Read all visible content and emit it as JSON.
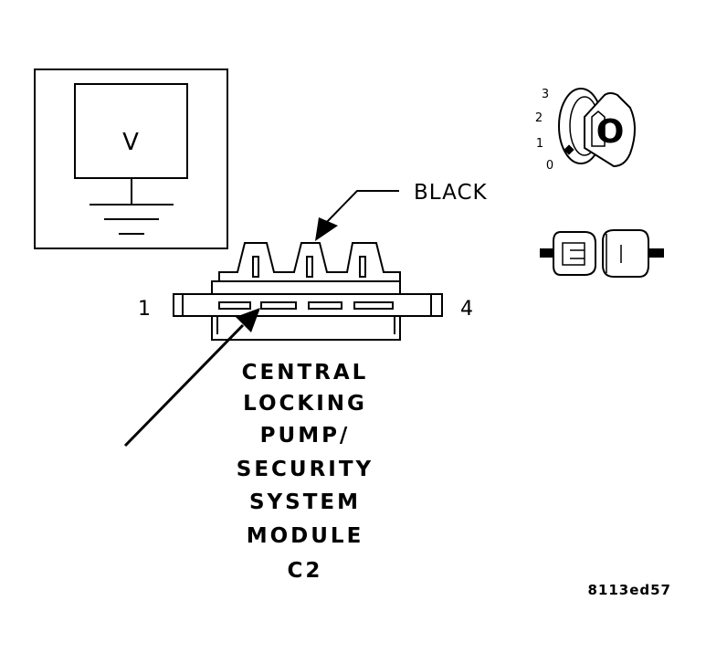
{
  "meter": {
    "symbol": "V"
  },
  "connector": {
    "color_label": "BLACK",
    "pin_first": "1",
    "pin_last": "4",
    "caption_lines": [
      "CENTRAL",
      "LOCKING",
      "PUMP/",
      "SECURITY",
      "SYSTEM",
      "MODULE",
      "C2"
    ]
  },
  "ignition": {
    "positions": [
      "3",
      "2",
      "1",
      "0"
    ],
    "key_mark": "O"
  },
  "figure_id": "8113ed57"
}
